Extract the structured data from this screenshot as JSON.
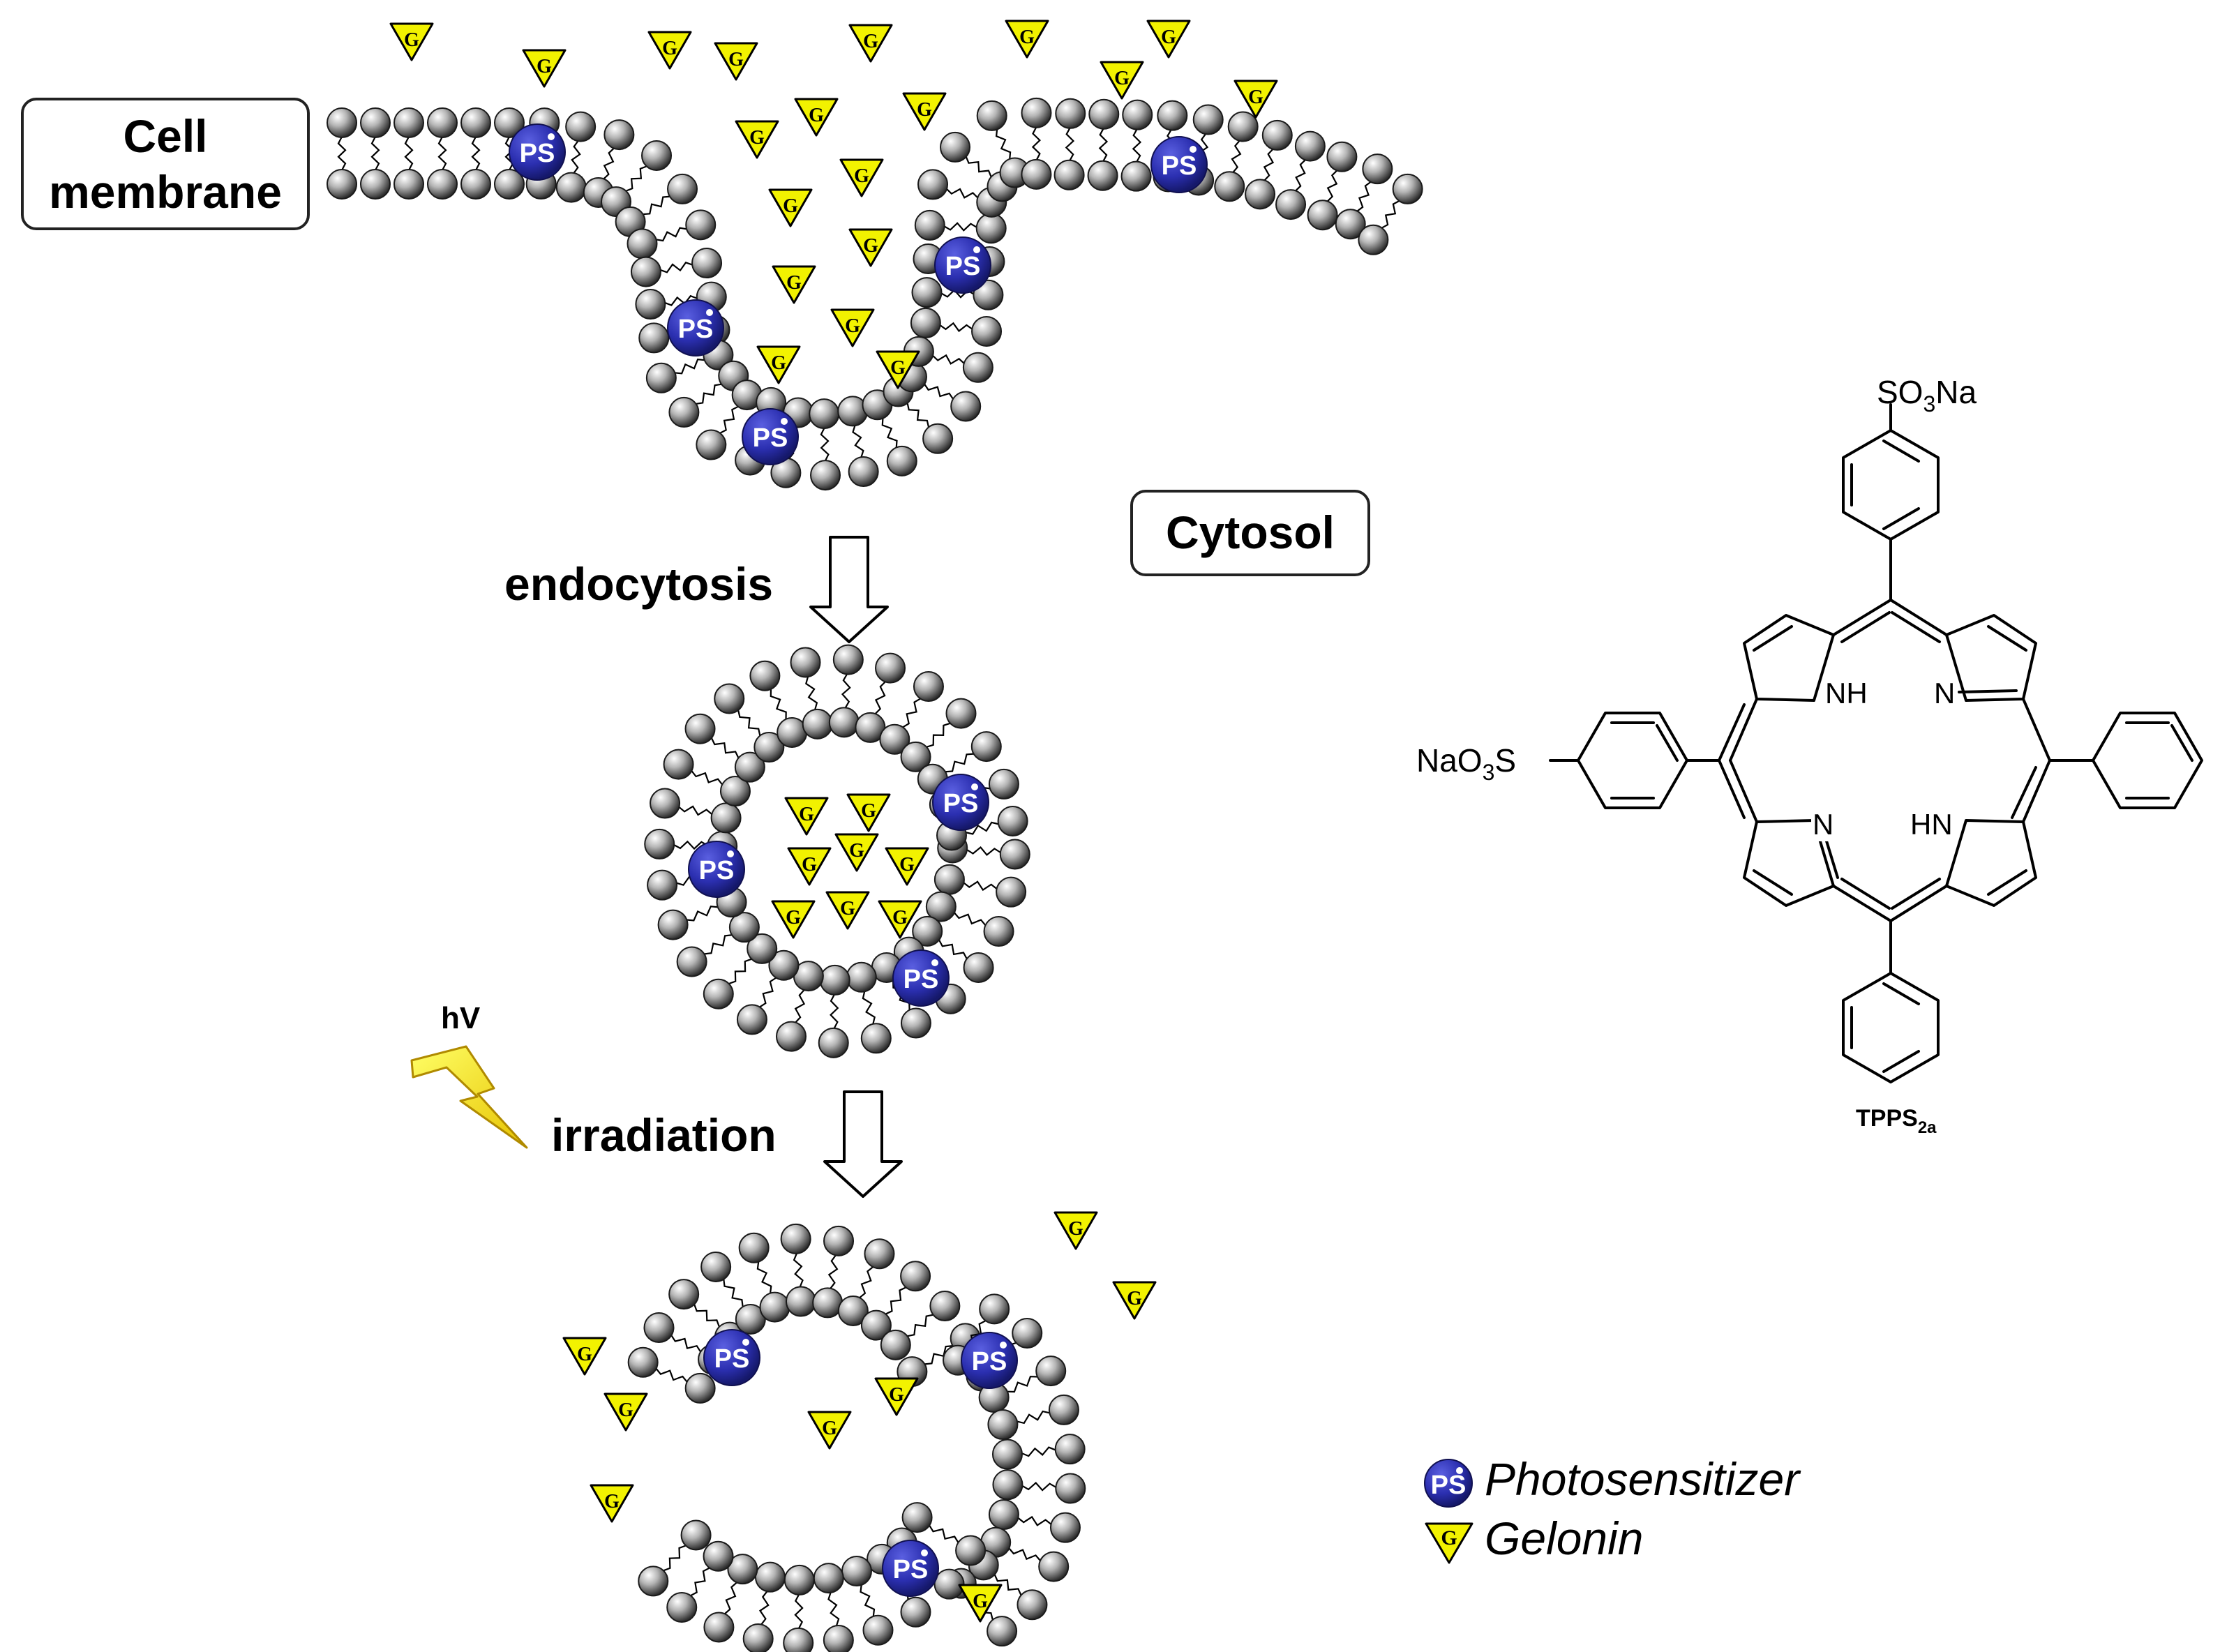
{
  "labels": {
    "cell_membrane_line1": "Cell",
    "cell_membrane_line2": "membrane",
    "cytosol": "Cytosol",
    "endocytosis": "endocytosis",
    "irradiation": "irradiation",
    "hv": "hV"
  },
  "molecule": {
    "name_main": "TPPS",
    "name_sub": "2a",
    "top_group_prefix": "SO",
    "top_group_sub": "3",
    "top_group_suffix": "Na",
    "left_group_prefix": "NaO",
    "left_group_sub": "3",
    "left_group_suffix": "S",
    "n_atom": "N",
    "nh_atom": "NH",
    "hn_atom": "HN"
  },
  "legend": {
    "ps_badge": "PS",
    "ps_label": "Photosensitizer",
    "gelonin_badge": "G",
    "gelonin_label": "Gelonin"
  },
  "colors": {
    "photosensitizer": "#2b2fb0",
    "gelonin": "#f2f200",
    "lipid_head": "#9a9a9a",
    "lightning": "#ffee00"
  }
}
